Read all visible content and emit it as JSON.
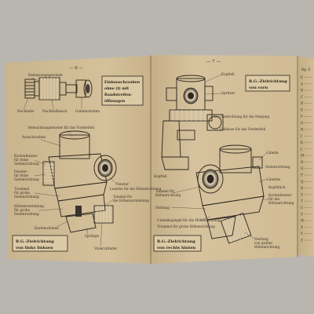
{
  "page_numbers": {
    "left": "— 6 —",
    "middle": "— 7 —"
  },
  "left_page": {
    "top_box_lines": [
      "Einfassungsgewinde",
      "Hochnabe",
      "Nachbaflansch",
      "Gummistutzen"
    ],
    "callout_box": [
      "Einbauschrauben",
      "ohne (t) mit",
      "Randstreifen-",
      "öffnungen"
    ],
    "labels": [
      "Beleuchtungsfenster für das Vorderfeld",
      "Ausschrauben",
      "Kartenfenster",
      "für feine",
      "Seitenrichtung",
      "Fenster-",
      "für feine",
      "Seitenrichtung",
      "Trommel",
      "für grobe",
      "Seitenrichtung",
      "Höhenverstellung",
      "für grobe",
      "Seitenrichtung",
      "Kartenschiene",
      "Sprünge",
      "Fenster",
      "Lunette für die Höhenrichtung",
      "Tommel für",
      "die Höhenverstellung",
      "Visierzylinder"
    ],
    "caption_box": [
      "R.G.-Zielrichtung",
      "von links linksen"
    ]
  },
  "middle_page": {
    "header_box": [
      "R.G.-Zielrichtung",
      "von vorn"
    ],
    "labels": [
      "Kopfteil",
      "Spritzer",
      "Zielrichtung für die Neigung",
      "Gehäuse für das Vorderfeld",
      "Libelle",
      "Seitenrichtung",
      "Kopfteil",
      "Tommel für",
      "Höhenrichtung",
      "Stellung",
      "Umlenkspiegel für die Höhenrichtung",
      "Trommel für grobe Höhenrichtung",
      "Libellen",
      "Kopfstück",
      "Kartenfenster",
      "für die",
      "Höhenrichtung",
      "Stellung",
      "von grober",
      "Höhenrichtung"
    ],
    "caption_box": [
      "R.G.-Zielrichtung",
      "von rechts hinten"
    ]
  },
  "right_page": {
    "header": "Rg. 0",
    "lines": [
      "E",
      "A",
      "B",
      "C",
      "D",
      "E",
      "F",
      "G",
      "H",
      "J",
      "K",
      "L",
      "M",
      "N",
      "O",
      "P",
      "Q",
      "R",
      "S",
      "T",
      "U",
      "V",
      "W",
      "X",
      "Y",
      "Z"
    ]
  },
  "colors": {
    "paper": "#d3bf98",
    "paper_mid": "#c7b28b",
    "background": "#b9b6b0",
    "ink": "#2b2520"
  }
}
